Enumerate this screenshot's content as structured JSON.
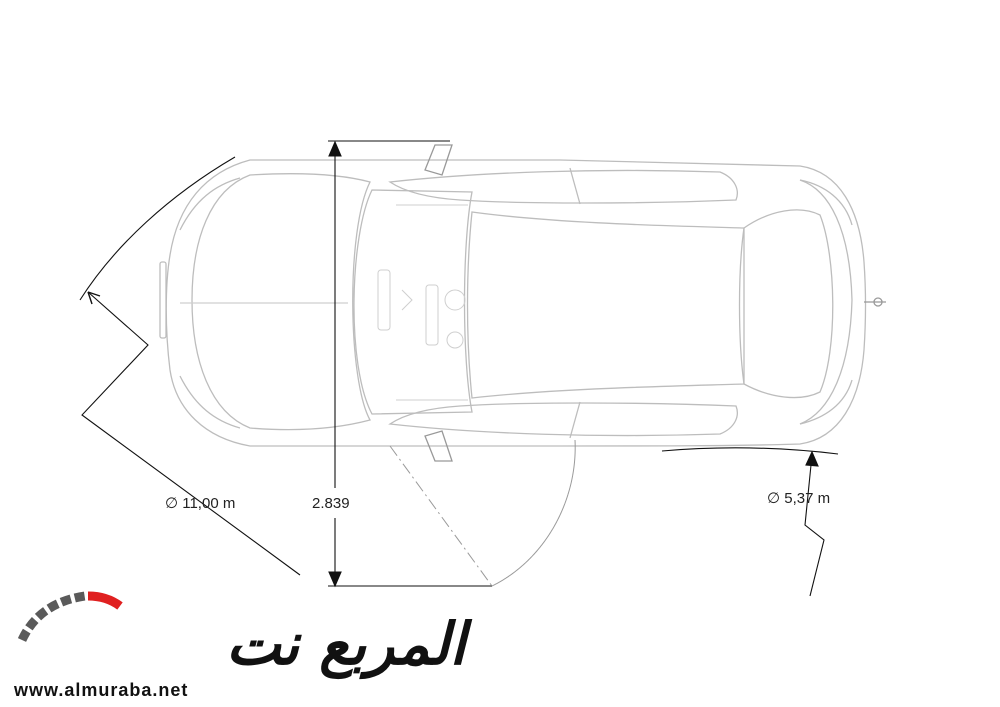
{
  "dimensions": {
    "wall_turning_circle": "∅ 11,00 m",
    "door_clearance": "2.839",
    "kerb_turning_circle": "∅ 5,37 m"
  },
  "watermark": {
    "logo_text": "المربع نت",
    "url": "www.almuraba.net",
    "colors": {
      "arc_grey": "#5a5a5a",
      "arc_red": "#e02020",
      "text": "#111111"
    }
  },
  "drawing": {
    "line_color": "#bdbdbd",
    "dimension_line_color": "#111111"
  }
}
